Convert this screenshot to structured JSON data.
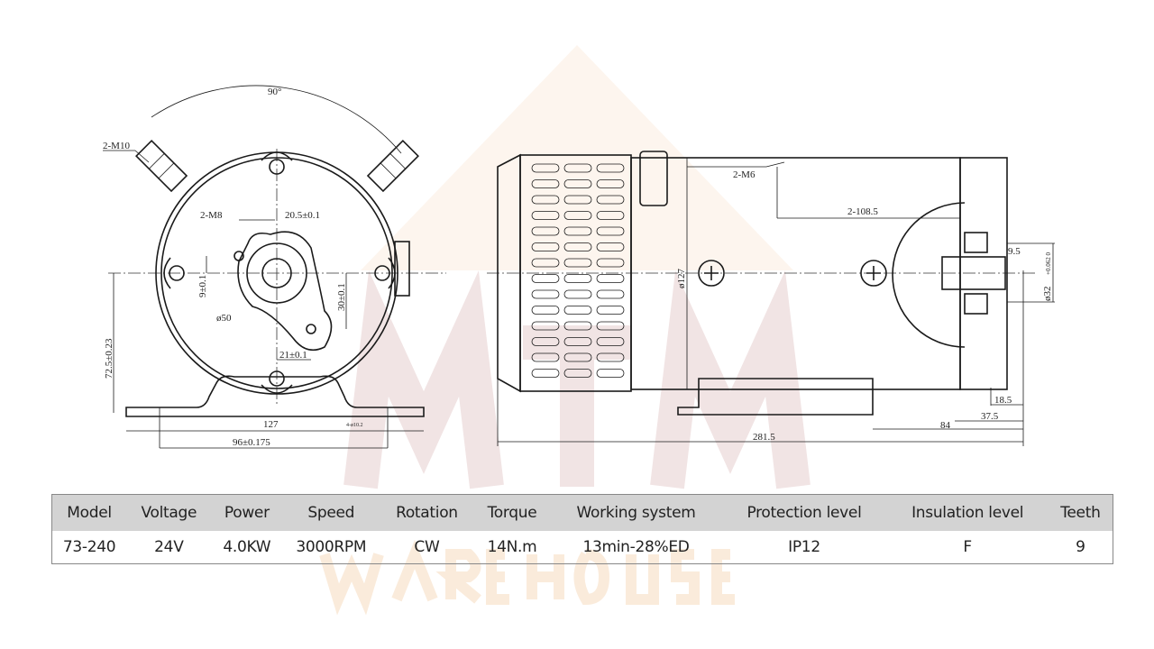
{
  "watermark": {
    "logo_text": "MTM",
    "sub_text": "WAREHOUSE",
    "color": "#f3c9a0"
  },
  "front_view": {
    "angle": "90°",
    "terminals": "2-M10",
    "mount_holes": "2-M8",
    "dim_offset_x": "20.5±0.1",
    "dim_offset_y1": "9±0.1",
    "dim_offset_y2": "30±0.1",
    "dim_offset_x2": "21±0.1",
    "dim_diameter": "ø50",
    "dim_height": "72.5±0.23",
    "dim_foot_width": "127",
    "dim_hole_spacing": "96±0.175",
    "dim_slot": "4-ø10.2"
  },
  "side_view": {
    "terminals": "2-M6",
    "dim_terminal_spacing": "2-108.5",
    "dim_diameter": "ø127",
    "dim_shaft": "ø32",
    "dim_shaft_tol": "+0.062 0",
    "dim_9_5": "9.5",
    "dim_18_5": "18.5",
    "dim_37_5": "37.5",
    "dim_84": "84",
    "dim_length": "281.5"
  },
  "spec_table": {
    "headers": [
      "Model",
      "Voltage",
      "Power",
      "Speed",
      "Rotation",
      "Torque",
      "Working system",
      "Protection level",
      "Insulation level",
      "Teeth"
    ],
    "rows": [
      [
        "73-240",
        "24V",
        "4.0KW",
        "3000RPM",
        "CW",
        "14N.m",
        "13min-28%ED",
        "IP12",
        "F",
        "9"
      ]
    ]
  }
}
